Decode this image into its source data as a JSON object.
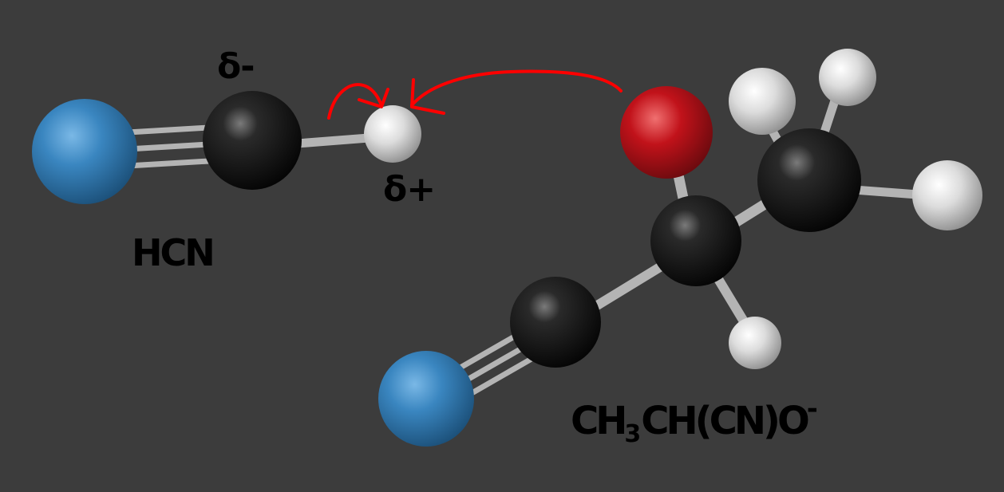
{
  "labels": {
    "delta_minus": "δ-",
    "delta_plus": "δ+",
    "hcn": "HCN",
    "product": {
      "part1": "CH",
      "sub": "3",
      "part2": "CH(CN)O",
      "sup": "-"
    }
  },
  "colors": {
    "background": "#3c3c3c",
    "carbon": "#111111",
    "nitrogen": "#3a86c0",
    "oxygen": "#c1121a",
    "hydrogen": "#e2e2e2",
    "bond": "#b4b4b4",
    "arrow": "#ff0000"
  }
}
